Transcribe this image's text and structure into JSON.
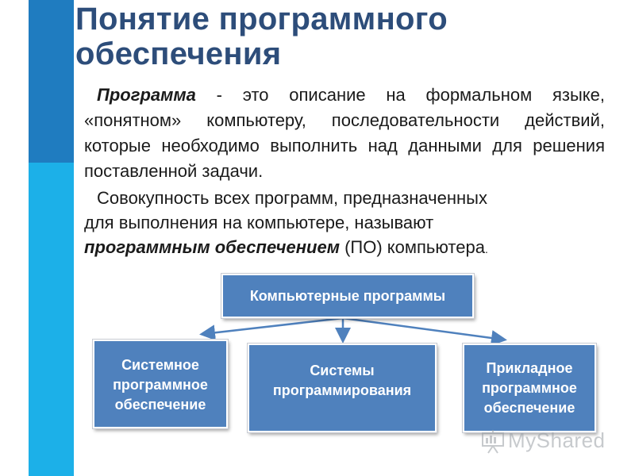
{
  "slide": {
    "title": "Понятие программного обеспечения",
    "paragraph1": {
      "term": "Программа",
      "text": " - это описание на формальном языке, «понятном» компьютеру, последовательности действий, которые необходимо выполнить над данными для решения поставленной задачи."
    },
    "paragraph2": {
      "line1": "Совокупность  всех программ, предназначенных",
      "line2": "для выполнения на компьютере, называют",
      "term": "программным обеспечением",
      "after_term": " (ПО) компьютера",
      "period": "."
    },
    "diagram": {
      "root": "Компьютерные программы",
      "children": [
        {
          "label": "Системное программное обеспечение"
        },
        {
          "label": "Системы программирования"
        },
        {
          "label": "Прикладное программное обеспечение"
        }
      ]
    },
    "watermark": {
      "text": "MyShared",
      "icon": "presentation-board-icon"
    },
    "colors": {
      "stripe_dark": "#1f7cc0",
      "stripe_light": "#1cb0e8",
      "title": "#2d4d7a",
      "box_fill": "#4f81bd"
    }
  }
}
